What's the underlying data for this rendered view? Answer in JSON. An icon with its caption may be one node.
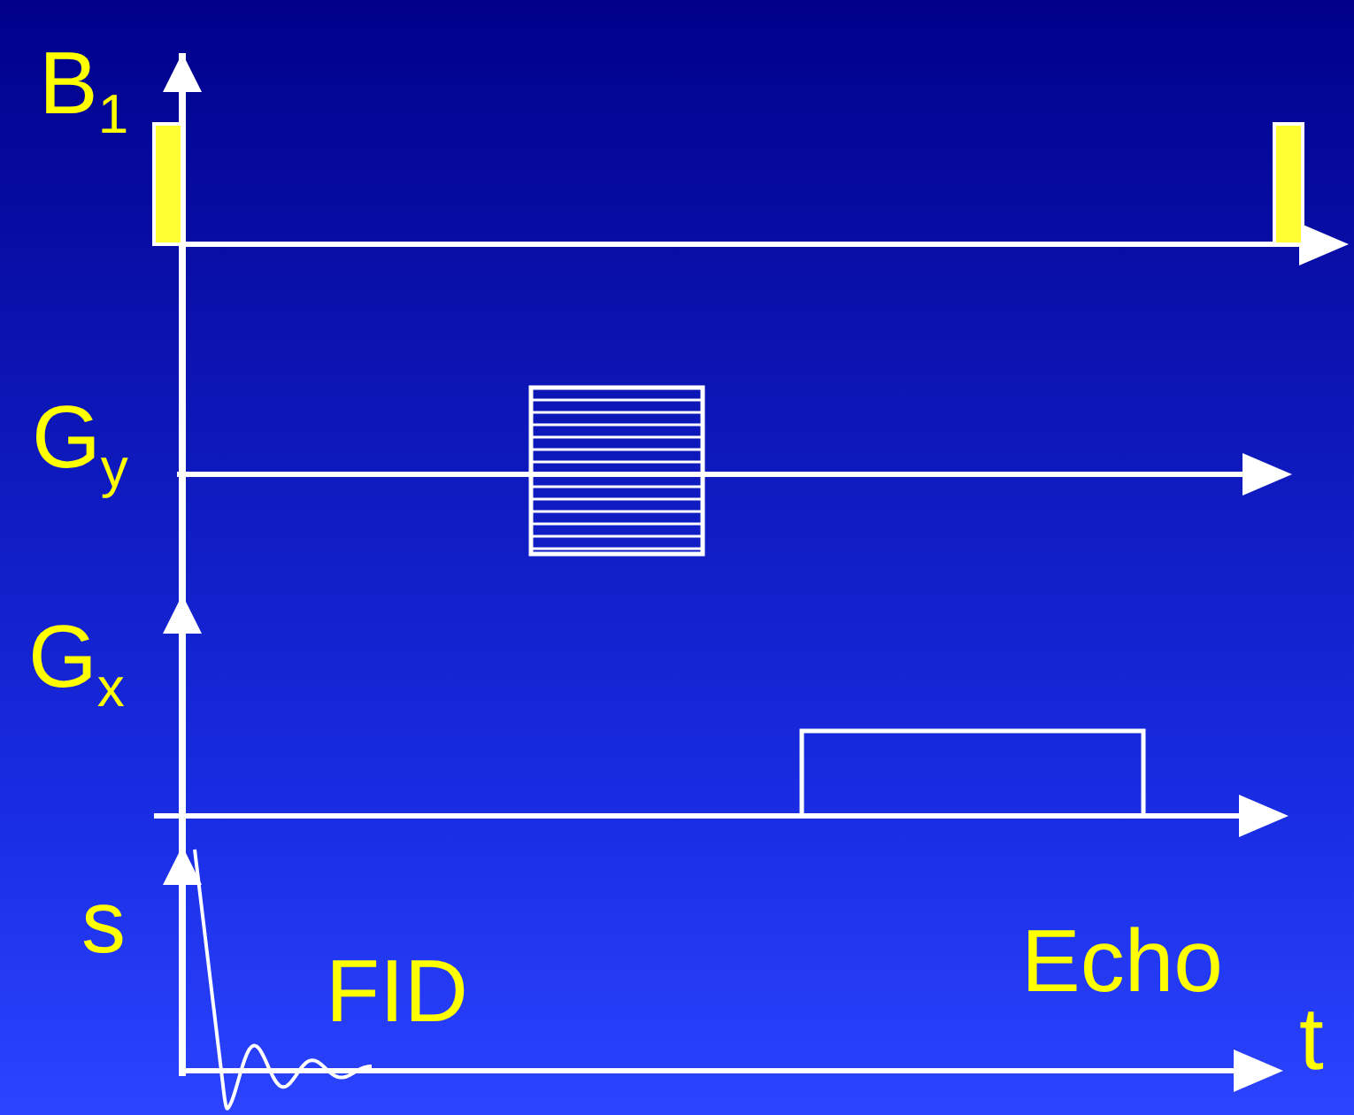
{
  "diagram": {
    "labels": [
      "B$_{1}$",
      "G$_{y}$",
      "G$_{x}$",
      "s",
      "FID",
      "Echo",
      "t"
    ]
  }
}
